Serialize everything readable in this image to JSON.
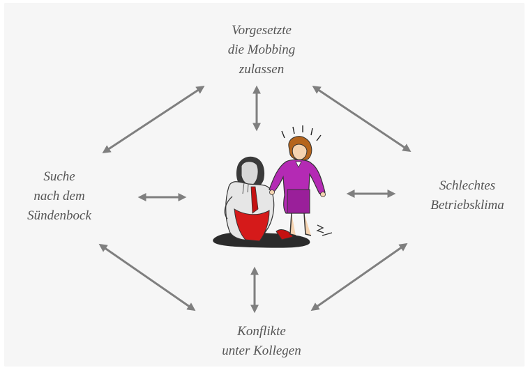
{
  "diagram": {
    "nodes": {
      "top": "Vorgesetzte\ndie Mobbing\nzulassen",
      "left": "Suche\nnach dem\nSündenbock",
      "right": "Schlechtes\nBetriebsklima",
      "bottom": "Konflikte\nunter Kollegen"
    },
    "center_image": "mobbing-clipart",
    "arrow_color": "#7f7f7f",
    "arrows": [
      {
        "from": "top",
        "to": "left",
        "type": "double"
      },
      {
        "from": "top",
        "to": "right",
        "type": "double"
      },
      {
        "from": "top",
        "to": "center",
        "type": "double"
      },
      {
        "from": "left",
        "to": "center",
        "type": "double"
      },
      {
        "from": "right",
        "to": "center",
        "type": "double"
      },
      {
        "from": "bottom",
        "to": "center",
        "type": "double"
      },
      {
        "from": "bottom",
        "to": "left",
        "type": "double"
      },
      {
        "from": "bottom",
        "to": "right",
        "type": "double"
      }
    ]
  }
}
